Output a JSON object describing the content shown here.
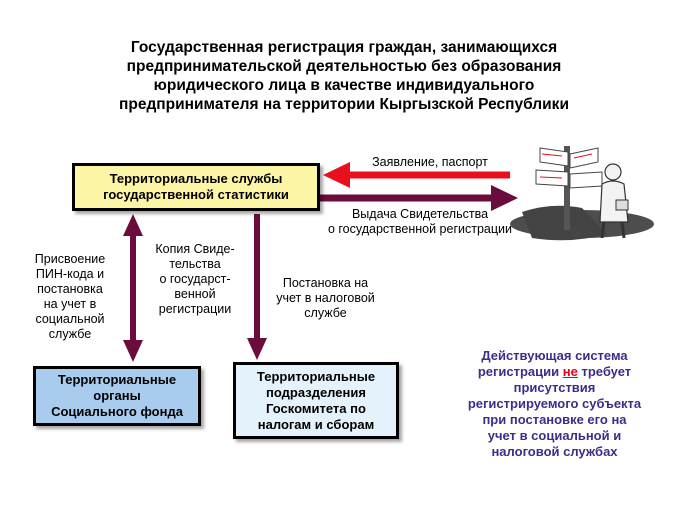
{
  "title": {
    "line1": "Государственная регистрация граждан, занимающихся",
    "line2": "предпринимательской деятельностью без образования",
    "line3": "юридического лица в качестве индивидуального",
    "line4": "предпринимателя на территории Кыргызской Республики"
  },
  "boxes": {
    "statistics": {
      "line1": "Территориальные службы",
      "line2": "государственной статистики"
    },
    "social_fund": {
      "line1": "Территориальные",
      "line2": "органы",
      "line3": "Социального фонда"
    },
    "tax": {
      "line1": "Территориальные",
      "line2": "подразделения",
      "line3": "Госкомитета по",
      "line4": "налогам и сборам"
    }
  },
  "arrows": {
    "application": "Заявление, паспорт",
    "certificate": {
      "line1": "Выдача Свидетельства",
      "line2": "о государственной регистрации"
    },
    "pin": {
      "line1": "Присвоение",
      "line2": "ПИН-кода и",
      "line3": "постановка",
      "line4": "на учет в",
      "line5": "социальной",
      "line6": "службе"
    },
    "copy": {
      "line1": "Копия Свиде-",
      "line2": "тельства",
      "line3": "о государст-",
      "line4": "венной",
      "line5": "регистрации"
    },
    "tax_registration": {
      "line1": "Постановка на",
      "line2": "учет в налоговой",
      "line3": "службе"
    }
  },
  "note": {
    "part1": "Действующая система",
    "part2": "регистрации ",
    "emphasis": "не",
    "part3": " требует",
    "part4": "присутствия",
    "part5": "регистрируемого субъекта",
    "part6": "при постановке его на",
    "part7": "учет в социальной и",
    "part8": "налоговой службах"
  },
  "colors": {
    "statistics_box": "#fdf5a6",
    "social_box": "#a9ccee",
    "tax_box": "#e4f3fb",
    "red_arrow": "#e8101c",
    "dark_arrow": "#6a0d3c",
    "note_text": "#3a2e8c",
    "emphasis_text": "#e0001a"
  },
  "icons": {
    "person": "businessman-at-signpost-icon"
  }
}
